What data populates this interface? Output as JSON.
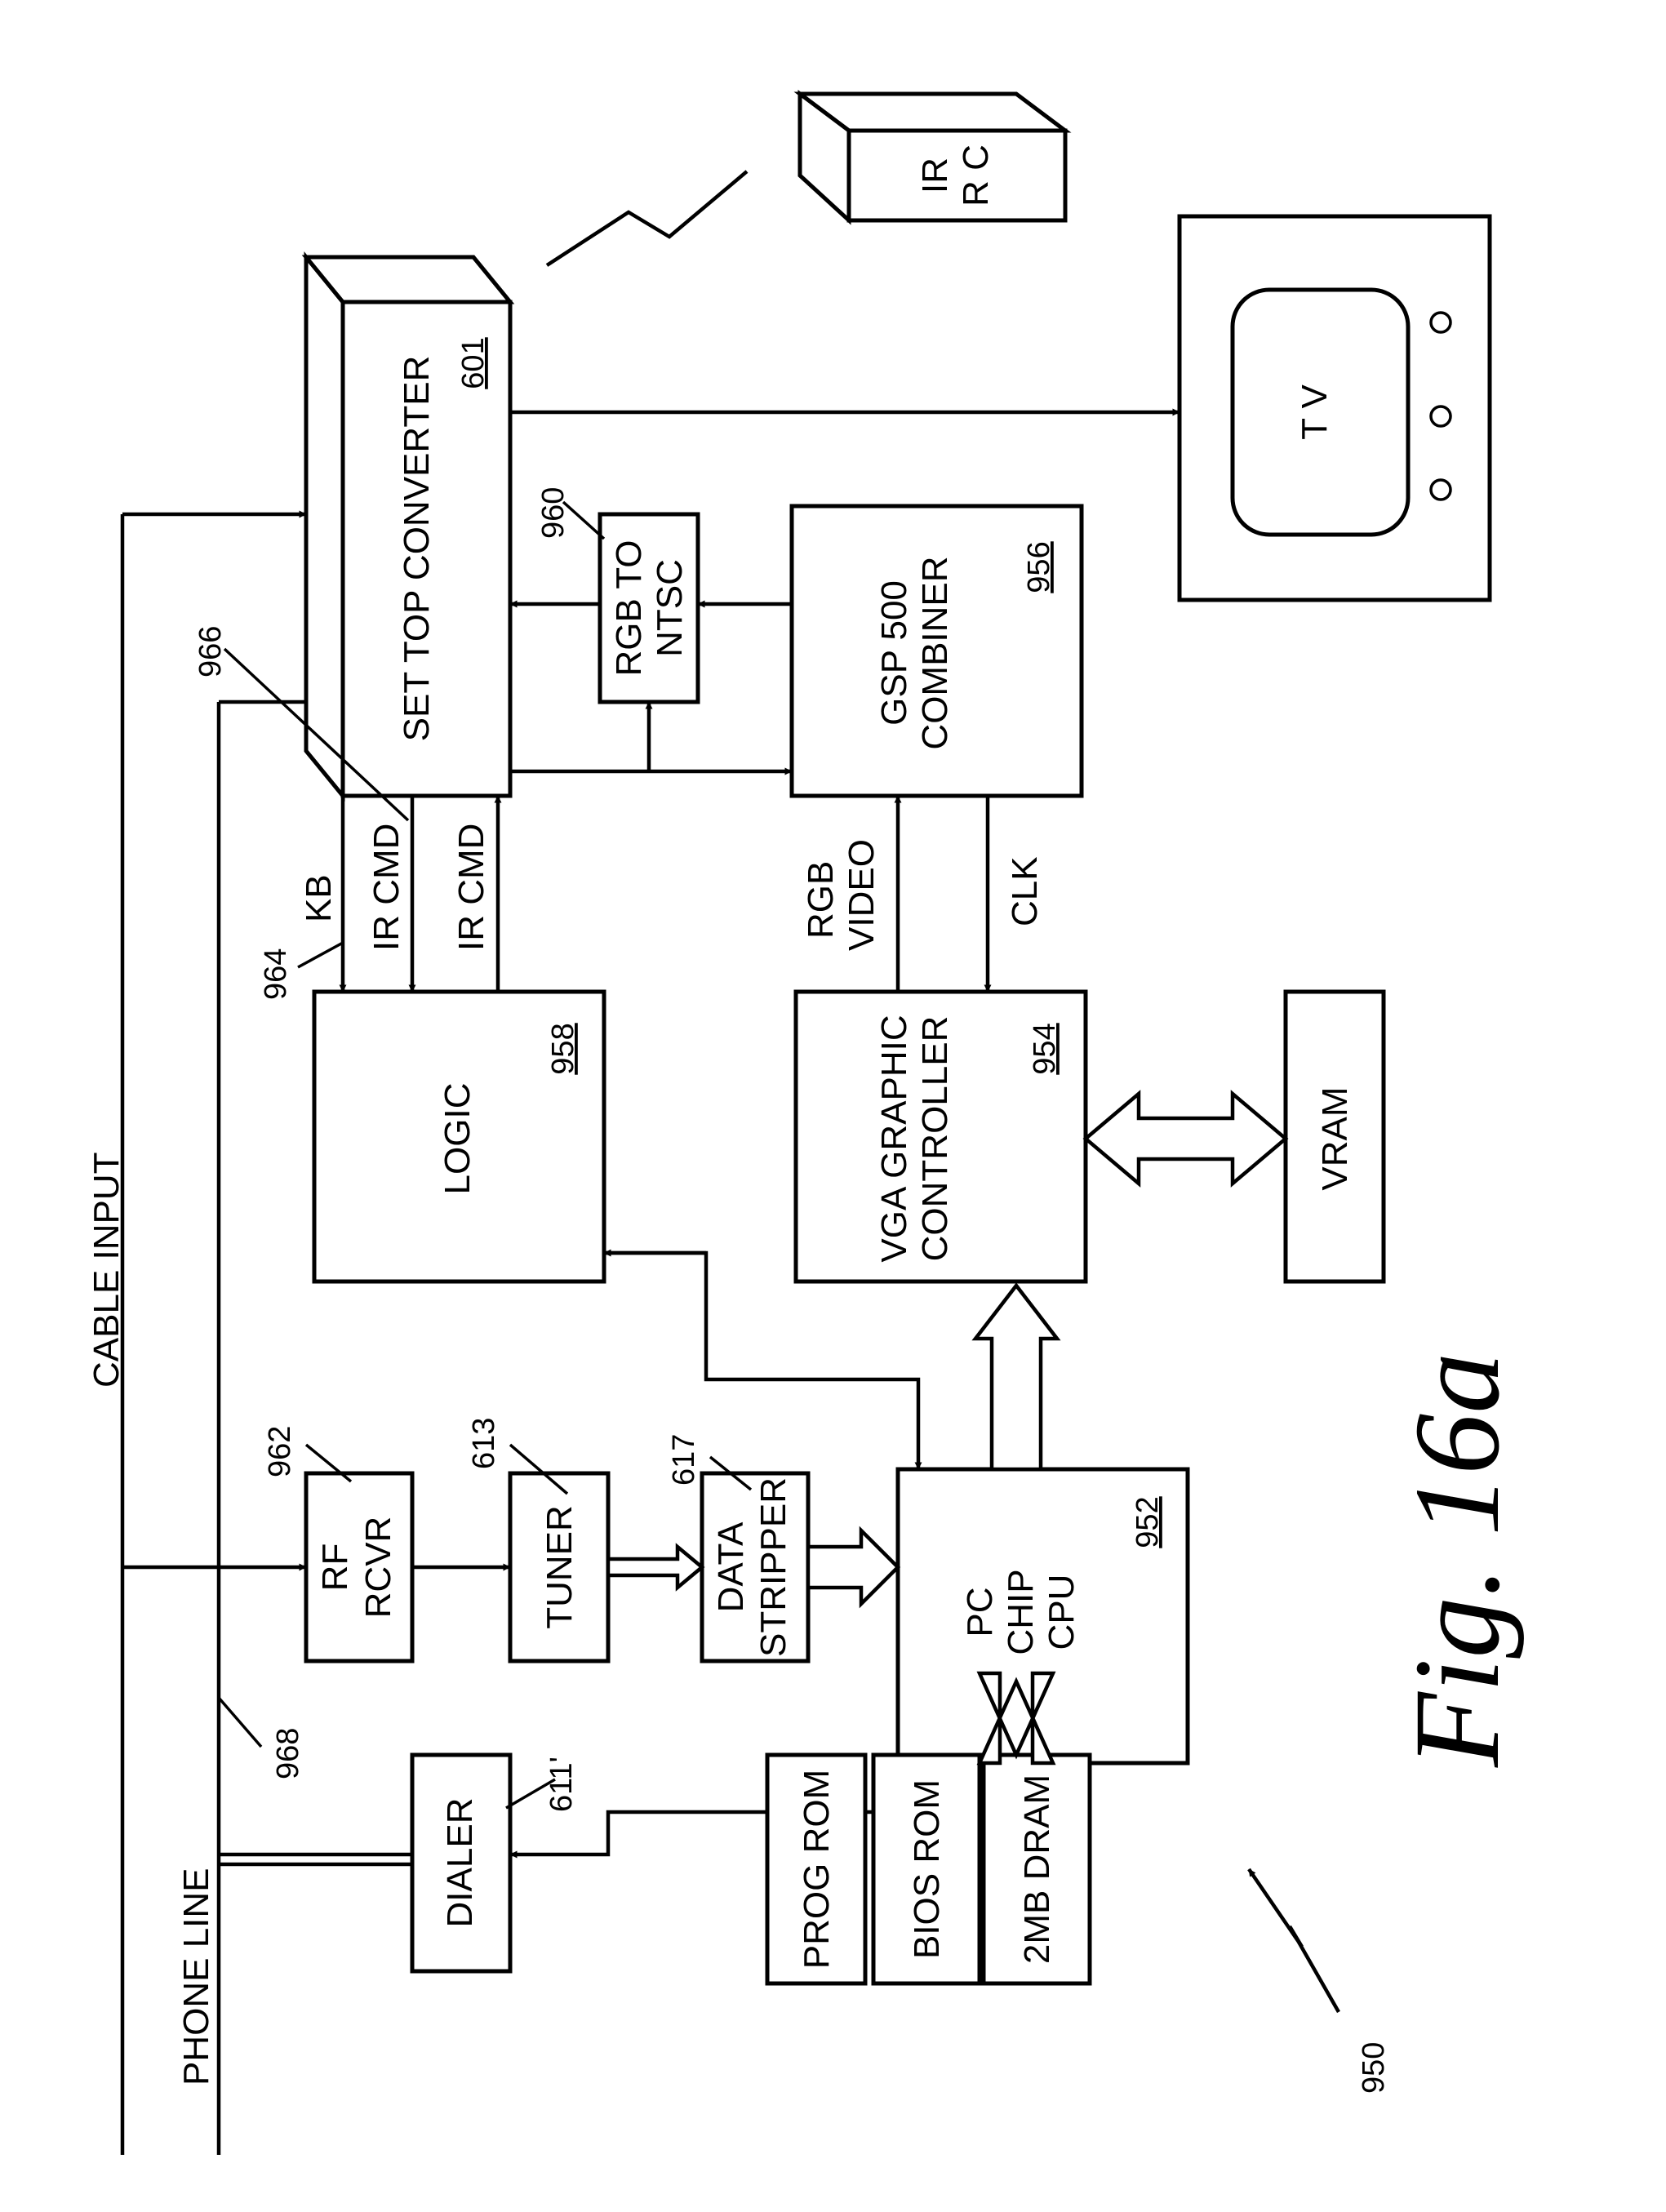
{
  "figure_label": "Fig. 16a",
  "labels": {
    "cable_input": "CABLE INPUT",
    "phone_line": "PHONE LINE",
    "kb": "KB",
    "ir_cmd_in": "IR CMD",
    "ir_cmd_out": "IR CMD",
    "rgb": "RGB",
    "video": "VIDEO",
    "clk": "CLK"
  },
  "blocks": {
    "set_top": {
      "line1": "SET TOP CONVERTER",
      "ref": "601"
    },
    "rgb_ntsc": {
      "line1": "RGB TO",
      "line2": "NTSC"
    },
    "gsp": {
      "line1": "GSP 500",
      "line2": "COMBINER",
      "ref": "956"
    },
    "tv": {
      "line1": "T V"
    },
    "irrc": {
      "line1": "IR",
      "line2": "R C"
    },
    "logic": {
      "line1": "LOGIC",
      "ref": "958"
    },
    "vga": {
      "line1": "VGA GRAPHIC",
      "line2": "CONTROLLER",
      "ref": "954"
    },
    "vram": {
      "line1": "VRAM"
    },
    "rf": {
      "line1": "RF",
      "line2": "RCVR"
    },
    "tuner": {
      "line1": "TUNER"
    },
    "stripper": {
      "line1": "DATA",
      "line2": "STRIPPER"
    },
    "cpu": {
      "line1": "PC",
      "line2": "CHIP",
      "line3": "CPU",
      "ref": "952"
    },
    "dialer": {
      "line1": "DIALER"
    },
    "prog_rom": {
      "line1": "PROG ROM"
    },
    "bios_rom": {
      "line1": "BIOS ROM"
    },
    "dram": {
      "line1": "2MB DRAM"
    }
  },
  "refs": {
    "r960": "960",
    "r966": "966",
    "r964": "964",
    "r962": "962",
    "r613": "613",
    "r617": "617",
    "r611": "611'",
    "r968": "968",
    "r950": "950"
  }
}
